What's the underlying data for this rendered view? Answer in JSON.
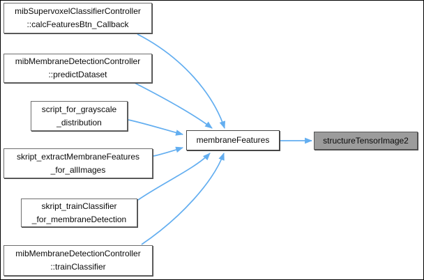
{
  "graph": {
    "callers": [
      {
        "line1": "mibSupervoxelClassifierController",
        "line2": "::calcFeaturesBtn_Callback"
      },
      {
        "line1": "mibMembraneDetectionController",
        "line2": "::predictDataset"
      },
      {
        "line1": "script_for_grayscale",
        "line2": "_distribution"
      },
      {
        "line1": "skript_extractMembraneFeatures",
        "line2": "_for_allImages"
      },
      {
        "line1": "skript_trainClassifier",
        "line2": "_for_membraneDetection"
      },
      {
        "line1": "mibMembraneDetectionController",
        "line2": "::trainClassifier"
      }
    ],
    "center": {
      "label": "membraneFeatures"
    },
    "target": {
      "label": "structureTensorImage2"
    },
    "colors": {
      "edge": "#63aef0",
      "node_fill": "#ffffff",
      "node_border": "#6e6e6e",
      "node_shadow": "#454545",
      "focus_fill": "#9c9c9c",
      "focus_border": "#545454",
      "text": "#0a0a0a",
      "background": "#ffffff",
      "frame": "#000000"
    }
  }
}
